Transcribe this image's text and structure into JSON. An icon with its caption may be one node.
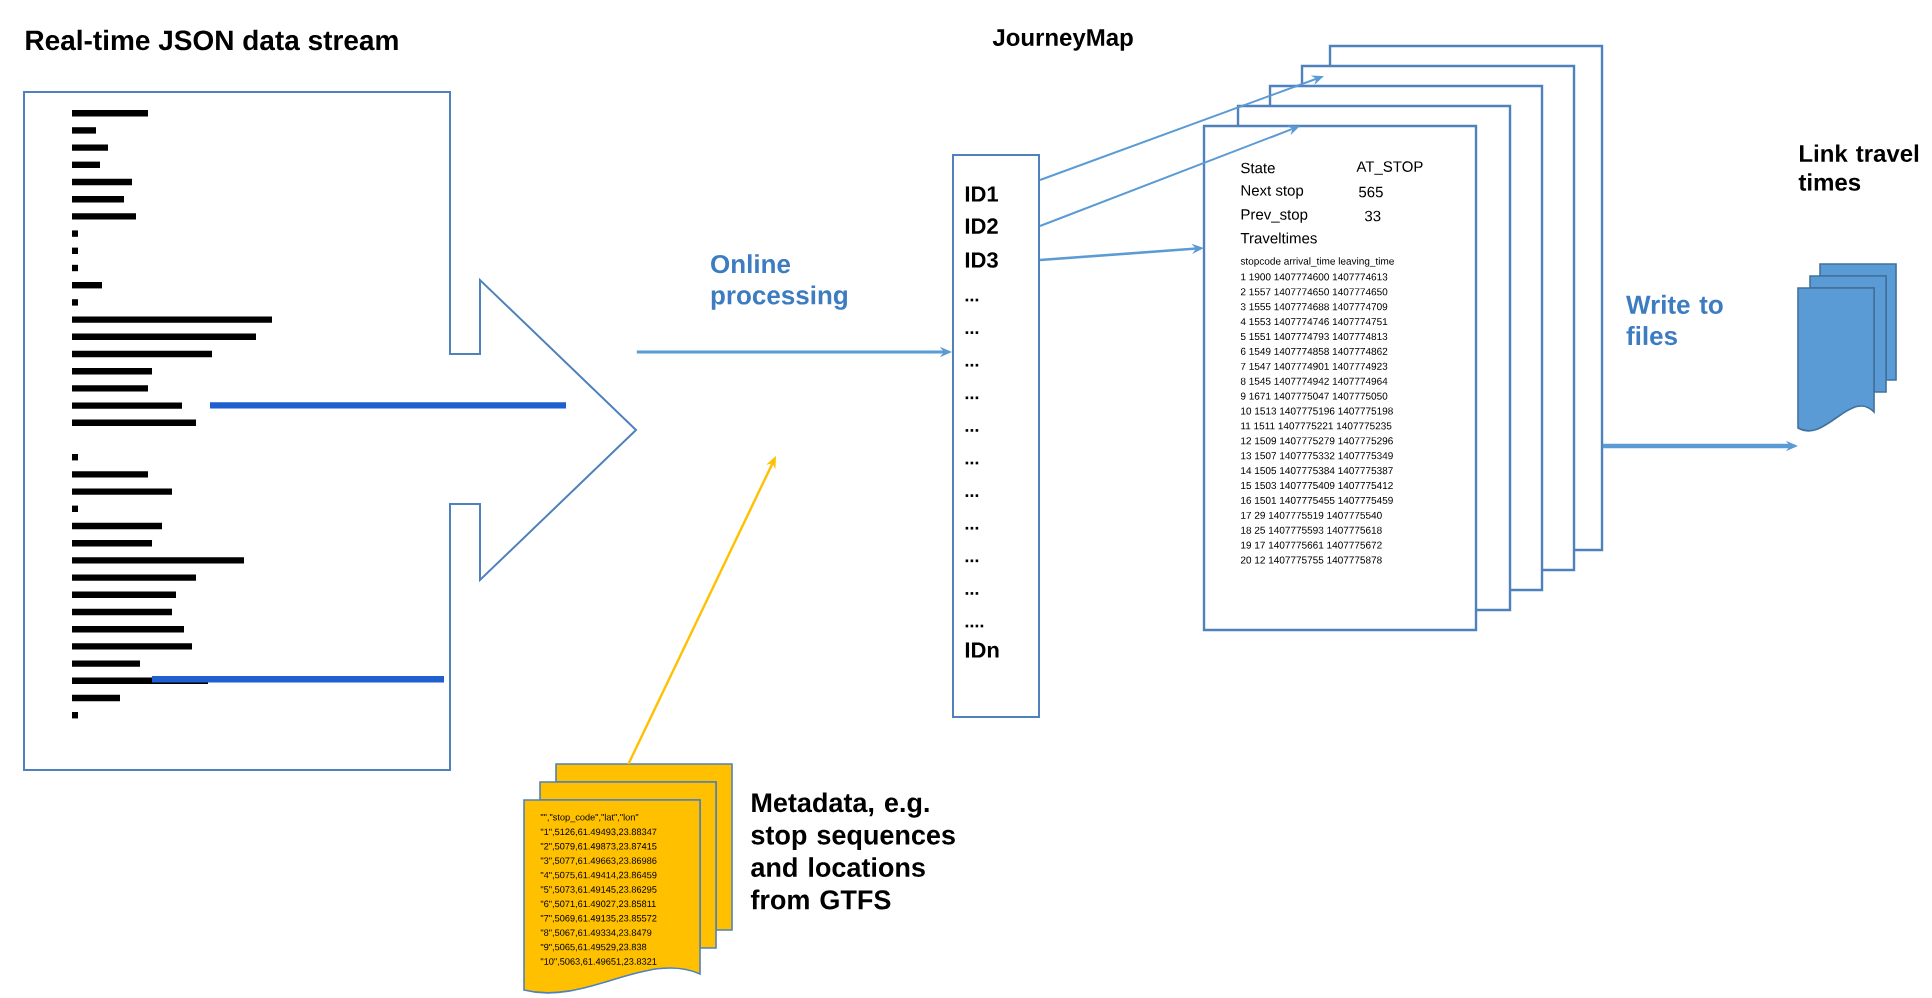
{
  "diagram": {
    "nodes": [
      {
        "text": [
          "Real-time JSON data stream"
        ]
      },
      {
        "text": [
          "ID1",
          "ID2",
          "ID3",
          "...",
          "...",
          "...",
          "...",
          "...",
          "...",
          "...",
          "...",
          "...",
          "...",
          "....",
          "IDn"
        ]
      },
      {
        "text": [
          "State",
          "AT_STOP",
          "Next stop",
          "565",
          "Prev_stop",
          "33",
          "Traveltimes",
          "stopcode arrival_time leaving_time",
          "1 1900 1407774600 1407774613",
          "2 1557 1407774650 1407774650",
          "3 1555 1407774688 1407774709",
          "4 1553 1407774746 1407774751",
          "5 1551 1407774793 1407774813",
          "6 1549 1407774858 1407774862",
          "7 1547 1407774901 1407774923",
          "8 1545 1407774942 1407774964",
          "9 1671 1407775047 1407775050",
          "10 1513 1407775196 1407775198",
          "11 1511 1407775221 1407775235",
          "12 1509 1407775279 1407775296",
          "13 1507 1407775332 1407775349",
          "14 1505 1407775384 1407775387",
          "15 1503 1407775409 1407775412",
          "16 1501 1407775455 1407775459",
          "17 29 1407775519 1407775540",
          "18 25 1407775593 1407775618",
          "19 17 1407775661 1407775672",
          "20 12 1407775755 1407775878"
        ]
      },
      {
        "text": [
          "\"\",\"stop_code\",\"lat\",\"lon\"",
          "\"1\",5126,61.49493,23.88347",
          "\"2\",5079,61.49873,23.87415",
          "\"3\",5077,61.49663,23.86986",
          "\"4\",5075,61.49414,23.86459",
          "\"5\",5073,61.49145,23.86295",
          "\"6\",5071,61.49027,23.85811",
          "\"7\",5069,61.49135,23.85572",
          "\"8\",5067,61.49334,23.8479",
          "\"9\",5065,61.49529,23.838",
          "\"10\",5063,61.49651,23.8321"
        ],
        "beside": [
          "Metadata, e.g. stop sequences and locations from GTFS"
        ]
      },
      {
        "text": [
          "Link travel times"
        ]
      }
    ],
    "edges": [
      {
        "from": 0,
        "to": 1,
        "arrow": "to",
        "label": "Online processing"
      },
      {
        "from": 1,
        "to": 2,
        "arrow": "to"
      },
      {
        "from": 1,
        "to": 2,
        "arrow": "to"
      },
      {
        "from": 1,
        "to": 2,
        "arrow": "to"
      },
      {
        "from": 2,
        "to": 4,
        "arrow": "to",
        "label": "Write to files"
      },
      {
        "from": 3,
        "to": null,
        "arrow": "to",
        "color": "#ffc000"
      }
    ],
    "labels": [
      "JourneyMap"
    ]
  }
}
